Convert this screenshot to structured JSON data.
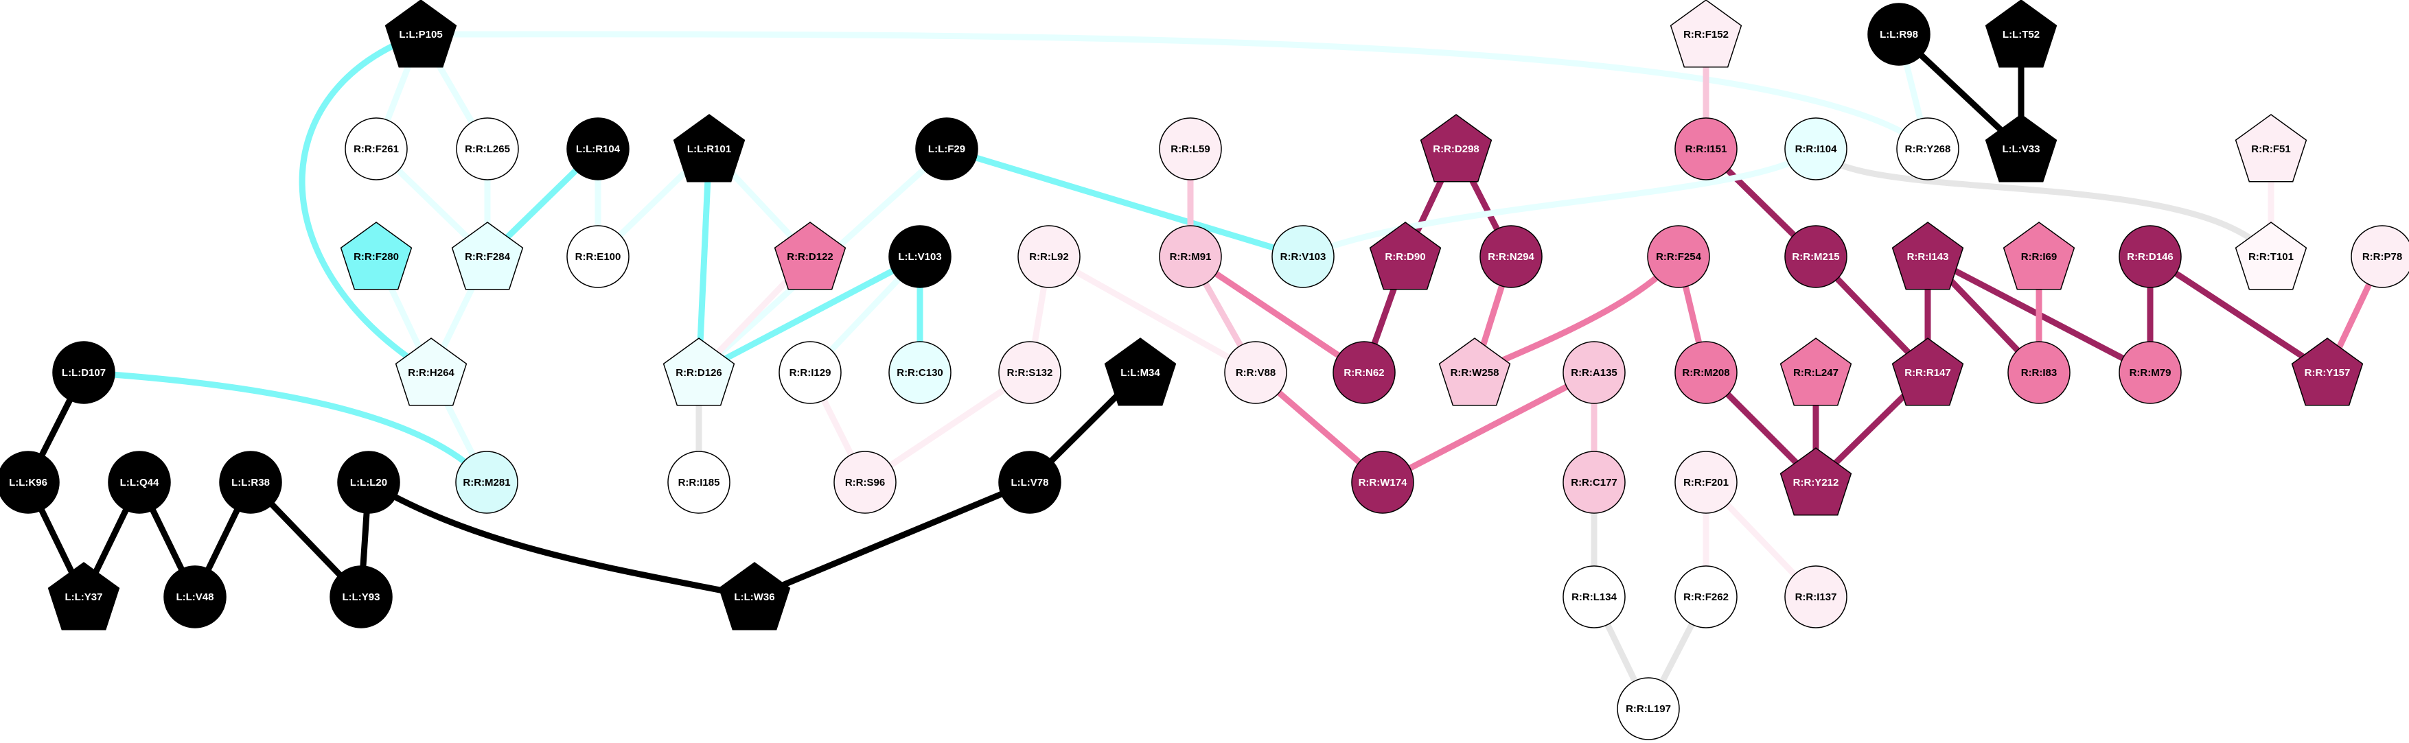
{
  "node_types": {
    "circle": "circle",
    "pentagon": "pentagon"
  },
  "nodes": [
    {
      "id": "L:L:P105",
      "label": "L:L:P105",
      "shape": "pentagon",
      "fill": "#000000",
      "text": "#ffffff"
    },
    {
      "id": "R:R:F261",
      "label": "R:R:F261",
      "shape": "circle",
      "fill": "#ffffff",
      "text": "#000000"
    },
    {
      "id": "R:R:L265",
      "label": "R:R:L265",
      "shape": "circle",
      "fill": "#ffffff",
      "text": "#000000"
    },
    {
      "id": "L:L:R104",
      "label": "L:L:R104",
      "shape": "circle",
      "fill": "#000000",
      "text": "#ffffff"
    },
    {
      "id": "L:L:R101",
      "label": "L:L:R101",
      "shape": "pentagon",
      "fill": "#000000",
      "text": "#ffffff"
    },
    {
      "id": "L:L:F29",
      "label": "L:L:F29",
      "shape": "circle",
      "fill": "#000000",
      "text": "#ffffff"
    },
    {
      "id": "R:R:L59",
      "label": "R:R:L59",
      "shape": "circle",
      "fill": "#fdeef4",
      "text": "#000000"
    },
    {
      "id": "R:R:D298",
      "label": "R:R:D298",
      "shape": "pentagon",
      "fill": "#9e2460",
      "text": "#ffffff"
    },
    {
      "id": "R:R:F152",
      "label": "R:R:F152",
      "shape": "pentagon",
      "fill": "#fdeef4",
      "text": "#000000"
    },
    {
      "id": "L:L:R98",
      "label": "L:L:R98",
      "shape": "circle",
      "fill": "#000000",
      "text": "#ffffff"
    },
    {
      "id": "L:L:T52",
      "label": "L:L:T52",
      "shape": "pentagon",
      "fill": "#000000",
      "text": "#ffffff"
    },
    {
      "id": "R:R:I151",
      "label": "R:R:I151",
      "shape": "circle",
      "fill": "#ee7aa6",
      "text": "#000000"
    },
    {
      "id": "R:R:I104",
      "label": "R:R:I104",
      "shape": "circle",
      "fill": "#e6ffff",
      "text": "#000000"
    },
    {
      "id": "R:R:Y268",
      "label": "R:R:Y268",
      "shape": "circle",
      "fill": "#ffffff",
      "text": "#000000"
    },
    {
      "id": "L:L:V33",
      "label": "L:L:V33",
      "shape": "pentagon",
      "fill": "#000000",
      "text": "#ffffff"
    },
    {
      "id": "R:R:F51",
      "label": "R:R:F51",
      "shape": "pentagon",
      "fill": "#fdeef4",
      "text": "#000000"
    },
    {
      "id": "R:R:F280",
      "label": "R:R:F280",
      "shape": "pentagon",
      "fill": "#7ef7f7",
      "text": "#000000"
    },
    {
      "id": "R:R:F284",
      "label": "R:R:F284",
      "shape": "pentagon",
      "fill": "#e6ffff",
      "text": "#000000"
    },
    {
      "id": "R:R:E100",
      "label": "R:R:E100",
      "shape": "circle",
      "fill": "#ffffff",
      "text": "#000000"
    },
    {
      "id": "R:R:D122",
      "label": "R:R:D122",
      "shape": "pentagon",
      "fill": "#ee7aa6",
      "text": "#000000"
    },
    {
      "id": "L:L:V103",
      "label": "L:L:V103",
      "shape": "circle",
      "fill": "#000000",
      "text": "#ffffff"
    },
    {
      "id": "R:R:L92",
      "label": "R:R:L92",
      "shape": "circle",
      "fill": "#fdeef4",
      "text": "#000000"
    },
    {
      "id": "R:R:M91",
      "label": "R:R:M91",
      "shape": "circle",
      "fill": "#f8c6da",
      "text": "#000000"
    },
    {
      "id": "R:R:V103",
      "label": "R:R:V103",
      "shape": "circle",
      "fill": "#d6fbfb",
      "text": "#000000"
    },
    {
      "id": "R:R:D90",
      "label": "R:R:D90",
      "shape": "pentagon",
      "fill": "#9e2460",
      "text": "#ffffff"
    },
    {
      "id": "R:R:N294",
      "label": "R:R:N294",
      "shape": "circle",
      "fill": "#9e2460",
      "text": "#ffffff"
    },
    {
      "id": "R:R:F254",
      "label": "R:R:F254",
      "shape": "circle",
      "fill": "#ee7aa6",
      "text": "#000000"
    },
    {
      "id": "R:R:M215",
      "label": "R:R:M215",
      "shape": "circle",
      "fill": "#9e2460",
      "text": "#ffffff"
    },
    {
      "id": "R:R:I143",
      "label": "R:R:I143",
      "shape": "pentagon",
      "fill": "#9e2460",
      "text": "#ffffff"
    },
    {
      "id": "R:R:I69",
      "label": "R:R:I69",
      "shape": "pentagon",
      "fill": "#ee7aa6",
      "text": "#000000"
    },
    {
      "id": "R:R:D146",
      "label": "R:R:D146",
      "shape": "circle",
      "fill": "#9e2460",
      "text": "#ffffff"
    },
    {
      "id": "R:R:P78",
      "label": "R:R:P78",
      "shape": "circle",
      "fill": "#fdeef4",
      "text": "#000000"
    },
    {
      "id": "R:R:T101",
      "label": "R:R:T101",
      "shape": "pentagon",
      "fill": "#fff7fa",
      "text": "#000000"
    },
    {
      "id": "L:L:D107",
      "label": "L:L:D107",
      "shape": "circle",
      "fill": "#000000",
      "text": "#ffffff"
    },
    {
      "id": "R:R:H264",
      "label": "R:R:H264",
      "shape": "pentagon",
      "fill": "#eefefe",
      "text": "#000000"
    },
    {
      "id": "R:R:D126",
      "label": "R:R:D126",
      "shape": "pentagon",
      "fill": "#eefefe",
      "text": "#000000"
    },
    {
      "id": "R:R:I129",
      "label": "R:R:I129",
      "shape": "circle",
      "fill": "#ffffff",
      "text": "#000000"
    },
    {
      "id": "R:R:C130",
      "label": "R:R:C130",
      "shape": "circle",
      "fill": "#e6ffff",
      "text": "#000000"
    },
    {
      "id": "R:R:S132",
      "label": "R:R:S132",
      "shape": "circle",
      "fill": "#fdeef4",
      "text": "#000000"
    },
    {
      "id": "L:L:M34",
      "label": "L:L:M34",
      "shape": "pentagon",
      "fill": "#000000",
      "text": "#ffffff"
    },
    {
      "id": "R:R:V88",
      "label": "R:R:V88",
      "shape": "circle",
      "fill": "#fdeef4",
      "text": "#000000"
    },
    {
      "id": "R:R:N62",
      "label": "R:R:N62",
      "shape": "circle",
      "fill": "#9e2460",
      "text": "#ffffff"
    },
    {
      "id": "R:R:W258",
      "label": "R:R:W258",
      "shape": "pentagon",
      "fill": "#f8c6da",
      "text": "#000000"
    },
    {
      "id": "R:R:A135",
      "label": "R:R:A135",
      "shape": "circle",
      "fill": "#f8c6da",
      "text": "#000000"
    },
    {
      "id": "R:R:M208",
      "label": "R:R:M208",
      "shape": "circle",
      "fill": "#ee7aa6",
      "text": "#000000"
    },
    {
      "id": "R:R:L247",
      "label": "R:R:L247",
      "shape": "pentagon",
      "fill": "#ee7aa6",
      "text": "#000000"
    },
    {
      "id": "R:R:R147",
      "label": "R:R:R147",
      "shape": "pentagon",
      "fill": "#9e2460",
      "text": "#ffffff"
    },
    {
      "id": "R:R:I83",
      "label": "R:R:I83",
      "shape": "circle",
      "fill": "#ee7aa6",
      "text": "#000000"
    },
    {
      "id": "R:R:M79",
      "label": "R:R:M79",
      "shape": "circle",
      "fill": "#ee7aa6",
      "text": "#000000"
    },
    {
      "id": "R:R:Y157",
      "label": "R:R:Y157",
      "shape": "pentagon",
      "fill": "#9e2460",
      "text": "#ffffff"
    },
    {
      "id": "L:L:K96",
      "label": "L:L:K96",
      "shape": "circle",
      "fill": "#000000",
      "text": "#ffffff"
    },
    {
      "id": "L:L:Q44",
      "label": "L:L:Q44",
      "shape": "circle",
      "fill": "#000000",
      "text": "#ffffff"
    },
    {
      "id": "L:L:R38",
      "label": "L:L:R38",
      "shape": "circle",
      "fill": "#000000",
      "text": "#ffffff"
    },
    {
      "id": "L:L:L20",
      "label": "L:L:L20",
      "shape": "circle",
      "fill": "#000000",
      "text": "#ffffff"
    },
    {
      "id": "R:R:M281",
      "label": "R:R:M281",
      "shape": "circle",
      "fill": "#d6fbfb",
      "text": "#000000"
    },
    {
      "id": "R:R:I185",
      "label": "R:R:I185",
      "shape": "circle",
      "fill": "#ffffff",
      "text": "#000000"
    },
    {
      "id": "R:R:S96",
      "label": "R:R:S96",
      "shape": "circle",
      "fill": "#fdeef4",
      "text": "#000000"
    },
    {
      "id": "L:L:V78",
      "label": "L:L:V78",
      "shape": "circle",
      "fill": "#000000",
      "text": "#ffffff"
    },
    {
      "id": "R:R:W174",
      "label": "R:R:W174",
      "shape": "circle",
      "fill": "#9e2460",
      "text": "#ffffff"
    },
    {
      "id": "R:R:C177",
      "label": "R:R:C177",
      "shape": "circle",
      "fill": "#f8c6da",
      "text": "#000000"
    },
    {
      "id": "R:R:Y212",
      "label": "R:R:Y212",
      "shape": "pentagon",
      "fill": "#9e2460",
      "text": "#ffffff"
    },
    {
      "id": "R:R:F201",
      "label": "R:R:F201",
      "shape": "circle",
      "fill": "#fdeef4",
      "text": "#000000"
    },
    {
      "id": "L:L:Y37",
      "label": "L:L:Y37",
      "shape": "pentagon",
      "fill": "#000000",
      "text": "#ffffff"
    },
    {
      "id": "L:L:V48",
      "label": "L:L:V48",
      "shape": "circle",
      "fill": "#000000",
      "text": "#ffffff"
    },
    {
      "id": "L:L:Y93",
      "label": "L:L:Y93",
      "shape": "circle",
      "fill": "#000000",
      "text": "#ffffff"
    },
    {
      "id": "L:L:W36",
      "label": "L:L:W36",
      "shape": "pentagon",
      "fill": "#000000",
      "text": "#ffffff"
    },
    {
      "id": "R:R:L134",
      "label": "R:R:L134",
      "shape": "circle",
      "fill": "#ffffff",
      "text": "#000000"
    },
    {
      "id": "R:R:F262",
      "label": "R:R:F262",
      "shape": "circle",
      "fill": "#ffffff",
      "text": "#000000"
    },
    {
      "id": "R:R:I137",
      "label": "R:R:I137",
      "shape": "circle",
      "fill": "#fdeef4",
      "text": "#000000"
    },
    {
      "id": "R:R:L197",
      "label": "R:R:L197",
      "shape": "circle",
      "fill": "#ffffff",
      "text": "#000000"
    }
  ],
  "edges": [
    {
      "from": "L:L:P105",
      "to": "R:R:F261",
      "color": "#e6ffff"
    },
    {
      "from": "L:L:P105",
      "to": "R:R:L265",
      "color": "#e6ffff"
    },
    {
      "from": "L:L:P105",
      "to": "R:R:H264",
      "color": "#7ef7f7"
    },
    {
      "from": "L:L:P105",
      "to": "R:R:Y268",
      "color": "#e6ffff"
    },
    {
      "from": "R:R:F261",
      "to": "R:R:F284",
      "color": "#e6ffff"
    },
    {
      "from": "R:R:L265",
      "to": "R:R:F284",
      "color": "#e6ffff"
    },
    {
      "from": "L:L:R104",
      "to": "R:R:F284",
      "color": "#7ef7f7"
    },
    {
      "from": "L:L:R104",
      "to": "R:R:E100",
      "color": "#e6ffff"
    },
    {
      "from": "R:R:F280",
      "to": "R:R:H264",
      "color": "#e6ffff"
    },
    {
      "from": "R:R:F284",
      "to": "R:R:H264",
      "color": "#e6ffff"
    },
    {
      "from": "R:R:H264",
      "to": "R:R:M281",
      "color": "#e6ffff"
    },
    {
      "from": "L:L:D107",
      "to": "R:R:M281",
      "color": "#7ef7f7"
    },
    {
      "from": "L:L:R101",
      "to": "R:R:E100",
      "color": "#e6ffff"
    },
    {
      "from": "L:L:R101",
      "to": "R:R:D126",
      "color": "#7ef7f7"
    },
    {
      "from": "L:L:R101",
      "to": "R:R:D122",
      "color": "#e6ffff"
    },
    {
      "from": "L:L:F29",
      "to": "R:R:D126",
      "color": "#e6ffff"
    },
    {
      "from": "L:L:F29",
      "to": "R:R:V103",
      "color": "#7ef7f7"
    },
    {
      "from": "R:R:D122",
      "to": "R:R:D126",
      "color": "#fdeef4"
    },
    {
      "from": "L:L:V103",
      "to": "R:R:D126",
      "color": "#7ef7f7"
    },
    {
      "from": "L:L:V103",
      "to": "R:R:I129",
      "color": "#e6ffff"
    },
    {
      "from": "L:L:V103",
      "to": "R:R:C130",
      "color": "#7ef7f7"
    },
    {
      "from": "R:R:D126",
      "to": "R:R:I185",
      "color": "#e6e6e6"
    },
    {
      "from": "R:R:I129",
      "to": "R:R:S96",
      "color": "#fdeef4"
    },
    {
      "from": "R:R:L92",
      "to": "R:R:S132",
      "color": "#fdeef4"
    },
    {
      "from": "R:R:L92",
      "to": "R:R:V88",
      "color": "#fdeef4"
    },
    {
      "from": "R:R:S132",
      "to": "R:R:S96",
      "color": "#fdeef4"
    },
    {
      "from": "R:R:L59",
      "to": "R:R:M91",
      "color": "#f8c6da"
    },
    {
      "from": "R:R:M91",
      "to": "R:R:N62",
      "color": "#ee7aa6"
    },
    {
      "from": "R:R:M91",
      "to": "R:R:V88",
      "color": "#f8c6da"
    },
    {
      "from": "R:R:V88",
      "to": "R:R:W174",
      "color": "#ee7aa6"
    },
    {
      "from": "R:R:D298",
      "to": "R:R:D90",
      "color": "#9e2460"
    },
    {
      "from": "R:R:D298",
      "to": "R:R:N294",
      "color": "#9e2460"
    },
    {
      "from": "R:R:D90",
      "to": "R:R:N62",
      "color": "#9e2460"
    },
    {
      "from": "R:R:N294",
      "to": "R:R:W258",
      "color": "#ee7aa6"
    },
    {
      "from": "R:R:F254",
      "to": "R:R:W258",
      "color": "#ee7aa6"
    },
    {
      "from": "R:R:F254",
      "to": "R:R:M208",
      "color": "#ee7aa6"
    },
    {
      "from": "R:R:A135",
      "to": "R:R:W174",
      "color": "#ee7aa6"
    },
    {
      "from": "R:R:A135",
      "to": "R:R:C177",
      "color": "#f8c6da"
    },
    {
      "from": "R:R:C177",
      "to": "R:R:L134",
      "color": "#e6e6e6"
    },
    {
      "from": "R:R:L134",
      "to": "R:R:L197",
      "color": "#e6e6e6"
    },
    {
      "from": "R:R:F262",
      "to": "R:R:L197",
      "color": "#e6e6e6"
    },
    {
      "from": "R:R:F201",
      "to": "R:R:F262",
      "color": "#fdeef4"
    },
    {
      "from": "R:R:F201",
      "to": "R:R:I137",
      "color": "#fdeef4"
    },
    {
      "from": "R:R:F152",
      "to": "R:R:I151",
      "color": "#f8c6da"
    },
    {
      "from": "R:R:I151",
      "to": "R:R:M215",
      "color": "#9e2460"
    },
    {
      "from": "R:R:M215",
      "to": "R:R:R147",
      "color": "#9e2460"
    },
    {
      "from": "R:R:M208",
      "to": "R:R:Y212",
      "color": "#9e2460"
    },
    {
      "from": "R:R:L247",
      "to": "R:R:Y212",
      "color": "#9e2460"
    },
    {
      "from": "R:R:R147",
      "to": "R:R:Y212",
      "color": "#9e2460"
    },
    {
      "from": "R:R:I143",
      "to": "R:R:R147",
      "color": "#9e2460"
    },
    {
      "from": "R:R:I143",
      "to": "R:R:I83",
      "color": "#9e2460"
    },
    {
      "from": "R:R:I143",
      "to": "R:R:M79",
      "color": "#9e2460"
    },
    {
      "from": "R:R:I69",
      "to": "R:R:I83",
      "color": "#ee7aa6"
    },
    {
      "from": "R:R:D146",
      "to": "R:R:M79",
      "color": "#9e2460"
    },
    {
      "from": "R:R:D146",
      "to": "R:R:Y157",
      "color": "#9e2460"
    },
    {
      "from": "R:R:P78",
      "to": "R:R:Y157",
      "color": "#ee7aa6"
    },
    {
      "from": "R:R:F51",
      "to": "R:R:T101",
      "color": "#fdeef4"
    },
    {
      "from": "R:R:I104",
      "to": "R:R:T101",
      "color": "#e6e6e6"
    },
    {
      "from": "R:R:I104",
      "to": "R:R:V103",
      "color": "#e6ffff"
    },
    {
      "from": "L:L:R98",
      "to": "R:R:Y268",
      "color": "#e6ffff"
    },
    {
      "from": "L:L:R98",
      "to": "L:L:V33",
      "color": "#000000"
    },
    {
      "from": "L:L:T52",
      "to": "L:L:V33",
      "color": "#000000"
    },
    {
      "from": "L:L:D107",
      "to": "L:L:K96",
      "color": "#000000"
    },
    {
      "from": "L:L:K96",
      "to": "L:L:Y37",
      "color": "#000000"
    },
    {
      "from": "L:L:Q44",
      "to": "L:L:Y37",
      "color": "#000000"
    },
    {
      "from": "L:L:Q44",
      "to": "L:L:V48",
      "color": "#000000"
    },
    {
      "from": "L:L:R38",
      "to": "L:L:V48",
      "color": "#000000"
    },
    {
      "from": "L:L:R38",
      "to": "L:L:Y93",
      "color": "#000000"
    },
    {
      "from": "L:L:L20",
      "to": "L:L:Y93",
      "color": "#000000"
    },
    {
      "from": "L:L:L20",
      "to": "L:L:W36",
      "color": "#000000"
    },
    {
      "from": "L:L:W36",
      "to": "L:L:V78",
      "color": "#000000"
    },
    {
      "from": "L:L:V78",
      "to": "L:L:M34",
      "color": "#000000"
    }
  ]
}
